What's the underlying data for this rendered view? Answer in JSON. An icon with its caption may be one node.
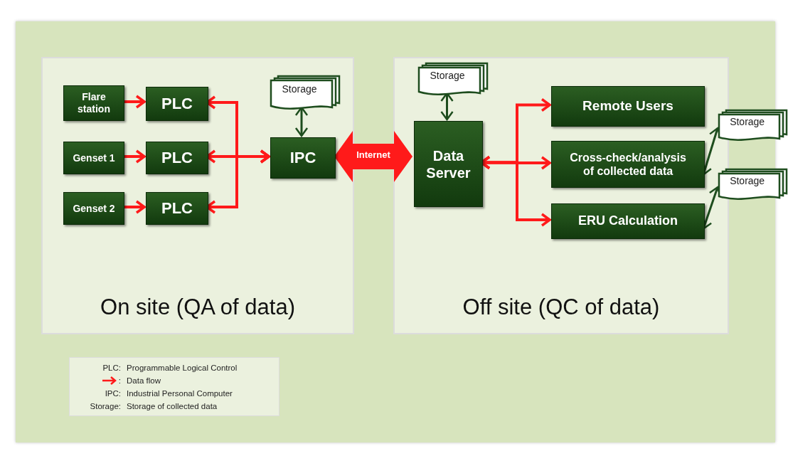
{
  "diagram": {
    "nodes": [
      {
        "text": [
          "On site (QA of data)"
        ]
      },
      {
        "text": [
          "Flare station"
        ],
        "in": 0
      },
      {
        "text": [
          "PLC"
        ],
        "in": 0
      },
      {
        "text": [
          "Genset 1"
        ],
        "in": 0
      },
      {
        "text": [
          "PLC"
        ],
        "in": 0
      },
      {
        "text": [
          "Genset 2"
        ],
        "in": 0
      },
      {
        "text": [
          "PLC"
        ],
        "in": 0
      },
      {
        "text": [
          "Storage"
        ],
        "in": 0
      },
      {
        "text": [
          "IPC"
        ],
        "in": 0
      },
      {
        "text": [
          "Off site (QC of data)"
        ]
      },
      {
        "text": [
          "Storage"
        ],
        "in": 9
      },
      {
        "text": [
          "Data Server"
        ],
        "in": 9
      },
      {
        "text": [
          "Remote Users"
        ],
        "in": 9
      },
      {
        "text": [
          "Cross-check/analysis of collected data"
        ],
        "in": 9
      },
      {
        "text": [
          "ERU Calculation"
        ],
        "in": 9
      },
      {
        "text": [
          "Storage"
        ]
      },
      {
        "text": [
          "Storage"
        ]
      }
    ],
    "edges": [
      {
        "from": 1,
        "to": 2,
        "arrow": "to"
      },
      {
        "from": 3,
        "to": 4,
        "arrow": "to"
      },
      {
        "from": 5,
        "to": 6,
        "arrow": "to"
      },
      {
        "from": 8,
        "to": 2,
        "arrow": "both"
      },
      {
        "from": 8,
        "to": 4,
        "arrow": "both"
      },
      {
        "from": 8,
        "to": 6,
        "arrow": "both"
      },
      {
        "from": 7,
        "to": 8,
        "arrow": "both",
        "color": "#1e4d1e"
      },
      {
        "from": 8,
        "to": 11,
        "arrow": "both",
        "label": "Internet",
        "style": "thick"
      },
      {
        "from": 10,
        "to": 11,
        "arrow": "both",
        "color": "#1e4d1e"
      },
      {
        "from": 11,
        "to": 12,
        "arrow": "both"
      },
      {
        "from": 11,
        "to": 13,
        "arrow": "both"
      },
      {
        "from": 11,
        "to": 14,
        "arrow": "both"
      },
      {
        "from": 13,
        "to": 15,
        "arrow": "both",
        "color": "#1e4d1e"
      },
      {
        "from": 14,
        "to": 16,
        "arrow": "both",
        "color": "#1e4d1e"
      }
    ],
    "labels": [
      "PLC:",
      ":",
      "IPC:",
      "Storage:"
    ],
    "legend": [
      {
        "text": "Programmable Logical Control"
      },
      {
        "text": "Data flow"
      },
      {
        "text": "Industrial Personal Computer"
      },
      {
        "text": "Storage of collected data"
      }
    ]
  }
}
